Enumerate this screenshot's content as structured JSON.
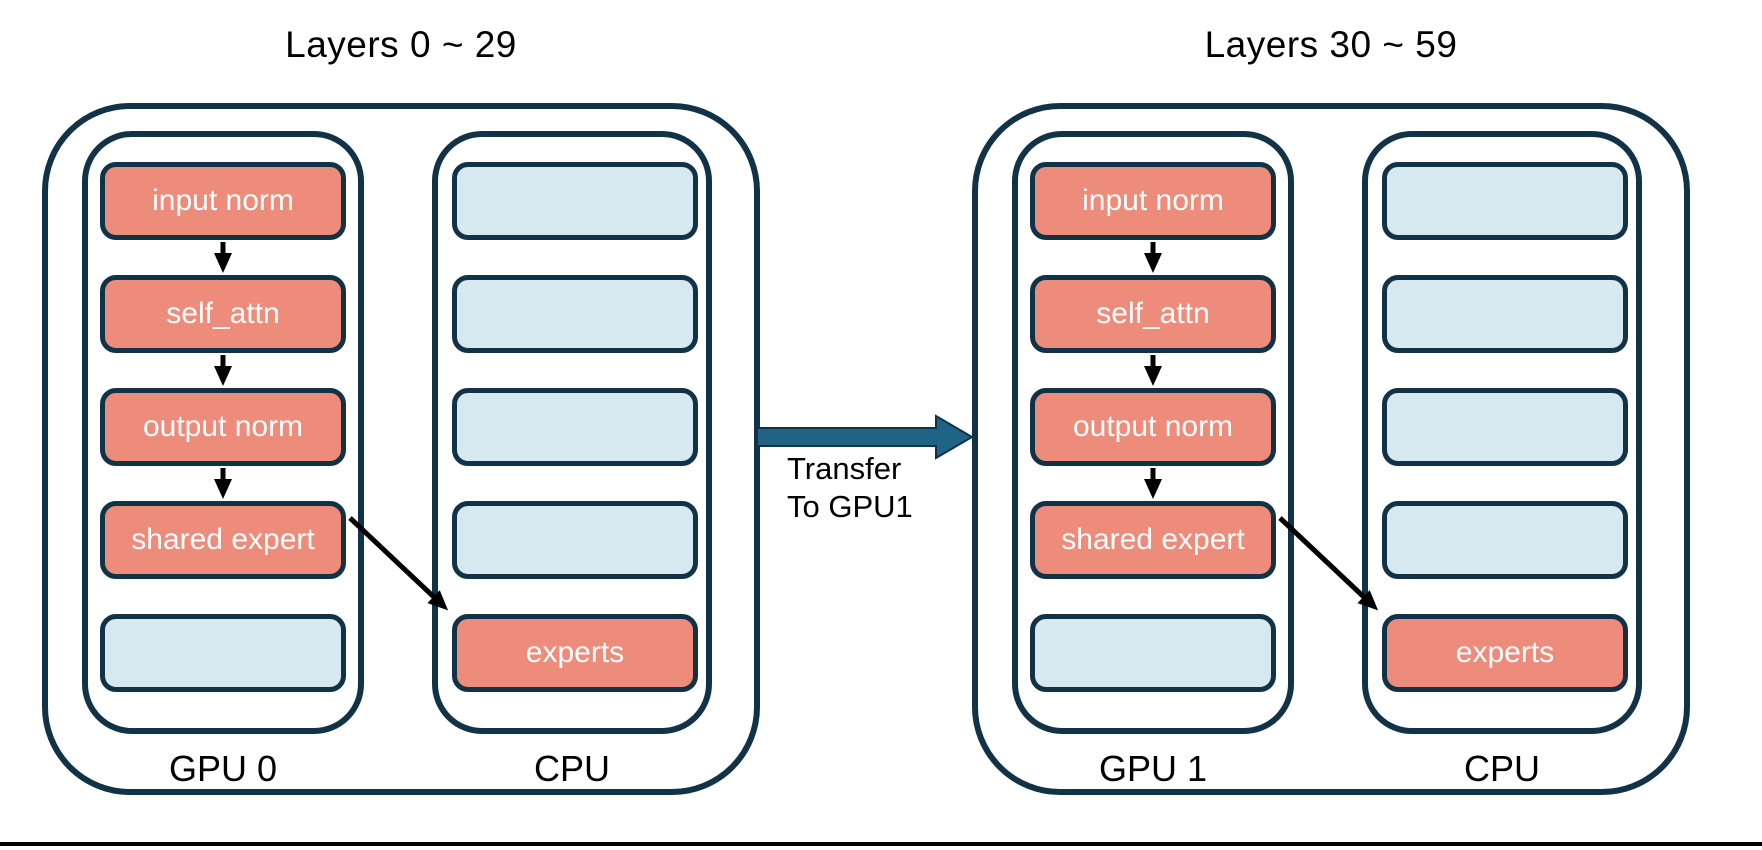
{
  "colors": {
    "module_fill": "#EE8C7C",
    "placeholder_fill": "#D7E9F0",
    "outline_navy": "#123347",
    "transfer_arrow_fill": "#1F6387",
    "flow_arrow": "#000000"
  },
  "groups": [
    {
      "title": "Layers 0 ~ 29",
      "gpu": {
        "label": "GPU 0",
        "boxes": [
          {
            "label": "input norm",
            "type": "module"
          },
          {
            "label": "self_attn",
            "type": "module"
          },
          {
            "label": "output norm",
            "type": "module"
          },
          {
            "label": "shared expert",
            "type": "module"
          },
          {
            "label": "",
            "type": "placeholder"
          }
        ]
      },
      "cpu": {
        "label": "CPU",
        "boxes": [
          {
            "label": "",
            "type": "placeholder"
          },
          {
            "label": "",
            "type": "placeholder"
          },
          {
            "label": "",
            "type": "placeholder"
          },
          {
            "label": "",
            "type": "placeholder"
          },
          {
            "label": "experts",
            "type": "module"
          }
        ]
      }
    },
    {
      "title": "Layers 30 ~ 59",
      "gpu": {
        "label": "GPU 1",
        "boxes": [
          {
            "label": "input norm",
            "type": "module"
          },
          {
            "label": "self_attn",
            "type": "module"
          },
          {
            "label": "output norm",
            "type": "module"
          },
          {
            "label": "shared expert",
            "type": "module"
          },
          {
            "label": "",
            "type": "placeholder"
          }
        ]
      },
      "cpu": {
        "label": "CPU",
        "boxes": [
          {
            "label": "",
            "type": "placeholder"
          },
          {
            "label": "",
            "type": "placeholder"
          },
          {
            "label": "",
            "type": "placeholder"
          },
          {
            "label": "",
            "type": "placeholder"
          },
          {
            "label": "experts",
            "type": "module"
          }
        ]
      }
    }
  ],
  "transfer": {
    "line1": "Transfer",
    "line2": "To GPU1"
  }
}
